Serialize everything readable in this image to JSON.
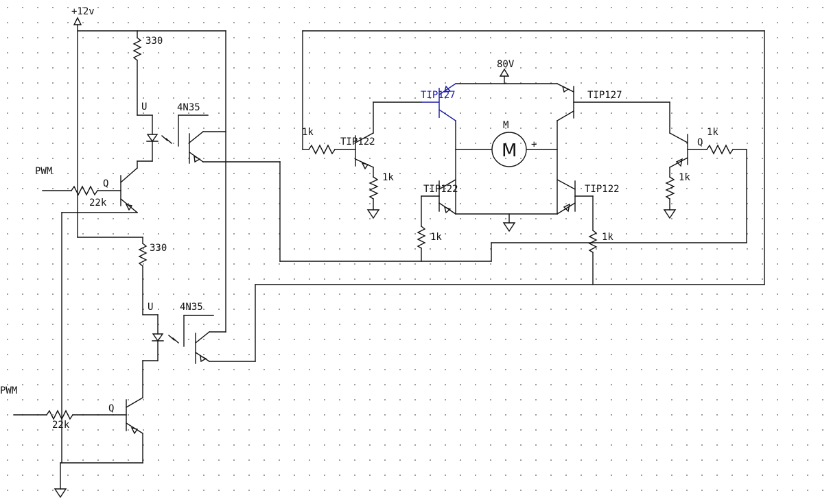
{
  "labels": {
    "supply_12v": "+12v",
    "supply_80v": "80V",
    "pwm_top": "PWM",
    "pwm_bottom": "PWM",
    "r330_top": "330",
    "r330_bottom": "330",
    "led_u_top": "U",
    "led_u_bottom": "U",
    "opto_top": "4N35",
    "opto_bottom": "4N35",
    "q_top": "Q",
    "q_bottom": "Q",
    "q_right": "Q",
    "r22k_top": "22k",
    "r22k_bottom": "22k",
    "r1k_left_in": "1k",
    "tip122_left": "TIP122",
    "r1k_left_emitter": "1k",
    "tip127_left": "TIP127",
    "tip127_right": "TIP127",
    "motor_letter": "M",
    "motor_symbol": "M",
    "motor_plus": "+",
    "tip122_bot_left": "TIP122",
    "tip122_bot_right": "TIP122",
    "r1k_bot_left": "1k",
    "r1k_bot_right": "1k",
    "r1k_right_in": "1k",
    "r1k_right_emitter": "1k"
  },
  "colors": {
    "wire": "#111111",
    "selected": "#1a1aa8",
    "grid_dot": "#8f8f8f"
  }
}
